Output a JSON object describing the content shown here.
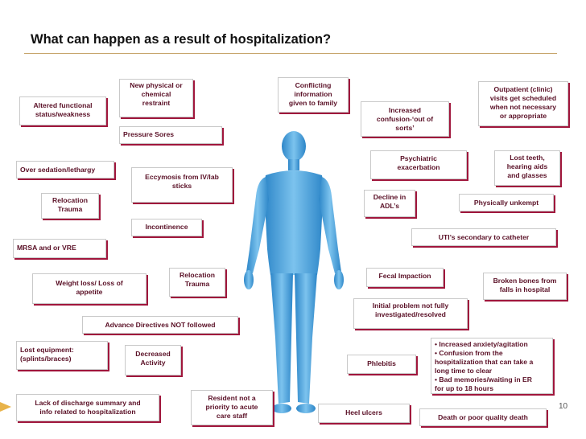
{
  "title": "What can happen as a result of hospitalization?",
  "page_number": "10",
  "colors": {
    "accent": "#a0163c",
    "text": "#5a1026",
    "rule": "#c7a66c",
    "figure": "#4aa3df"
  },
  "items": {
    "new_restraint": [
      "New physical or",
      "chemical",
      "restraint"
    ],
    "altered_functional": [
      "Altered functional",
      "status/weakness"
    ],
    "pressure_sores": [
      "Pressure Sores"
    ],
    "over_sedation": [
      "Over sedation/lethargy"
    ],
    "ecchymosis": [
      "Eccymosis from IV/lab",
      "sticks"
    ],
    "relocation_trauma_1": [
      "Relocation",
      "Trauma"
    ],
    "incontinence": [
      "Incontinence"
    ],
    "mrsa": [
      "MRSA and or VRE"
    ],
    "relocation_trauma_2": [
      "Relocation",
      "Trauma"
    ],
    "weight_loss": [
      "Weight loss/ Loss of",
      "appetite"
    ],
    "advance_directives": [
      "Advance Directives NOT  followed"
    ],
    "lost_equipment": [
      "Lost equipment:",
      "(splints/braces)"
    ],
    "decreased_activity": [
      "Decreased",
      "Activity"
    ],
    "lack_discharge": [
      "Lack of discharge summary and",
      "info related to hospitalization"
    ],
    "resident_priority": [
      "Resident not a",
      "priority to acute",
      "care staff"
    ],
    "conflicting_info": [
      "Conflicting",
      "information",
      "given to family"
    ],
    "increased_confusion": [
      "Increased",
      "confusion-‘out of",
      "sorts’"
    ],
    "outpatient": [
      "Outpatient (clinic)",
      "visits get scheduled",
      "when not necessary",
      "or appropriate"
    ],
    "psychiatric": [
      "Psychiatric",
      "exacerbation"
    ],
    "lost_teeth": [
      "Lost teeth,",
      "hearing aids",
      "and glasses"
    ],
    "decline_adls": [
      "Decline  in",
      "ADL’s"
    ],
    "physically_unkempt": [
      "Physically unkempt"
    ],
    "uti": [
      "UTI’s secondary to catheter"
    ],
    "fecal_impaction": [
      "Fecal Impaction"
    ],
    "broken_bones": [
      "Broken bones from",
      "falls in hospital"
    ],
    "initial_problem": [
      "Initial problem not fully",
      "investigated/resolved"
    ],
    "anxiety_list": [
      "• Increased anxiety/agitation",
      "• Confusion from the",
      "hospitalization that can take a",
      "long time to clear",
      "• Bad memories/waiting in ER",
      "for up to 18 hours"
    ],
    "phlebitis": [
      "Phlebitis"
    ],
    "heel_ulcers": [
      "Heel ulcers"
    ],
    "death": [
      "Death or poor quality death"
    ]
  }
}
